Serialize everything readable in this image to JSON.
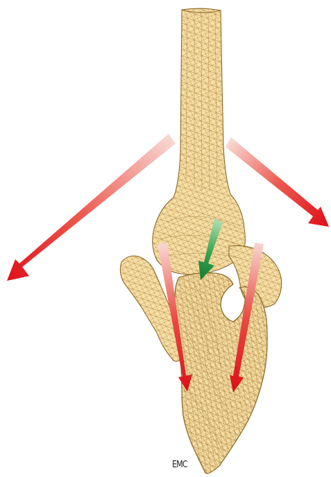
{
  "figure": {
    "watermark": "EMC",
    "colors": {
      "bone_fill": "#f7dfa5",
      "bone_mesh": "#9a7432",
      "bone_outline": "#8a6a2c",
      "arrow_red": "#e0171f",
      "arrow_red_light": "#f6cfc8",
      "arrow_green": "#1f8a3c",
      "arrow_green_light": "#a8dcae"
    },
    "arrows": [
      {
        "name": "arrow-upper-left",
        "color": "red"
      },
      {
        "name": "arrow-upper-right",
        "color": "red"
      },
      {
        "name": "arrow-inner-left",
        "color": "red"
      },
      {
        "name": "arrow-inner-right",
        "color": "red"
      },
      {
        "name": "arrow-center",
        "color": "green"
      }
    ]
  }
}
